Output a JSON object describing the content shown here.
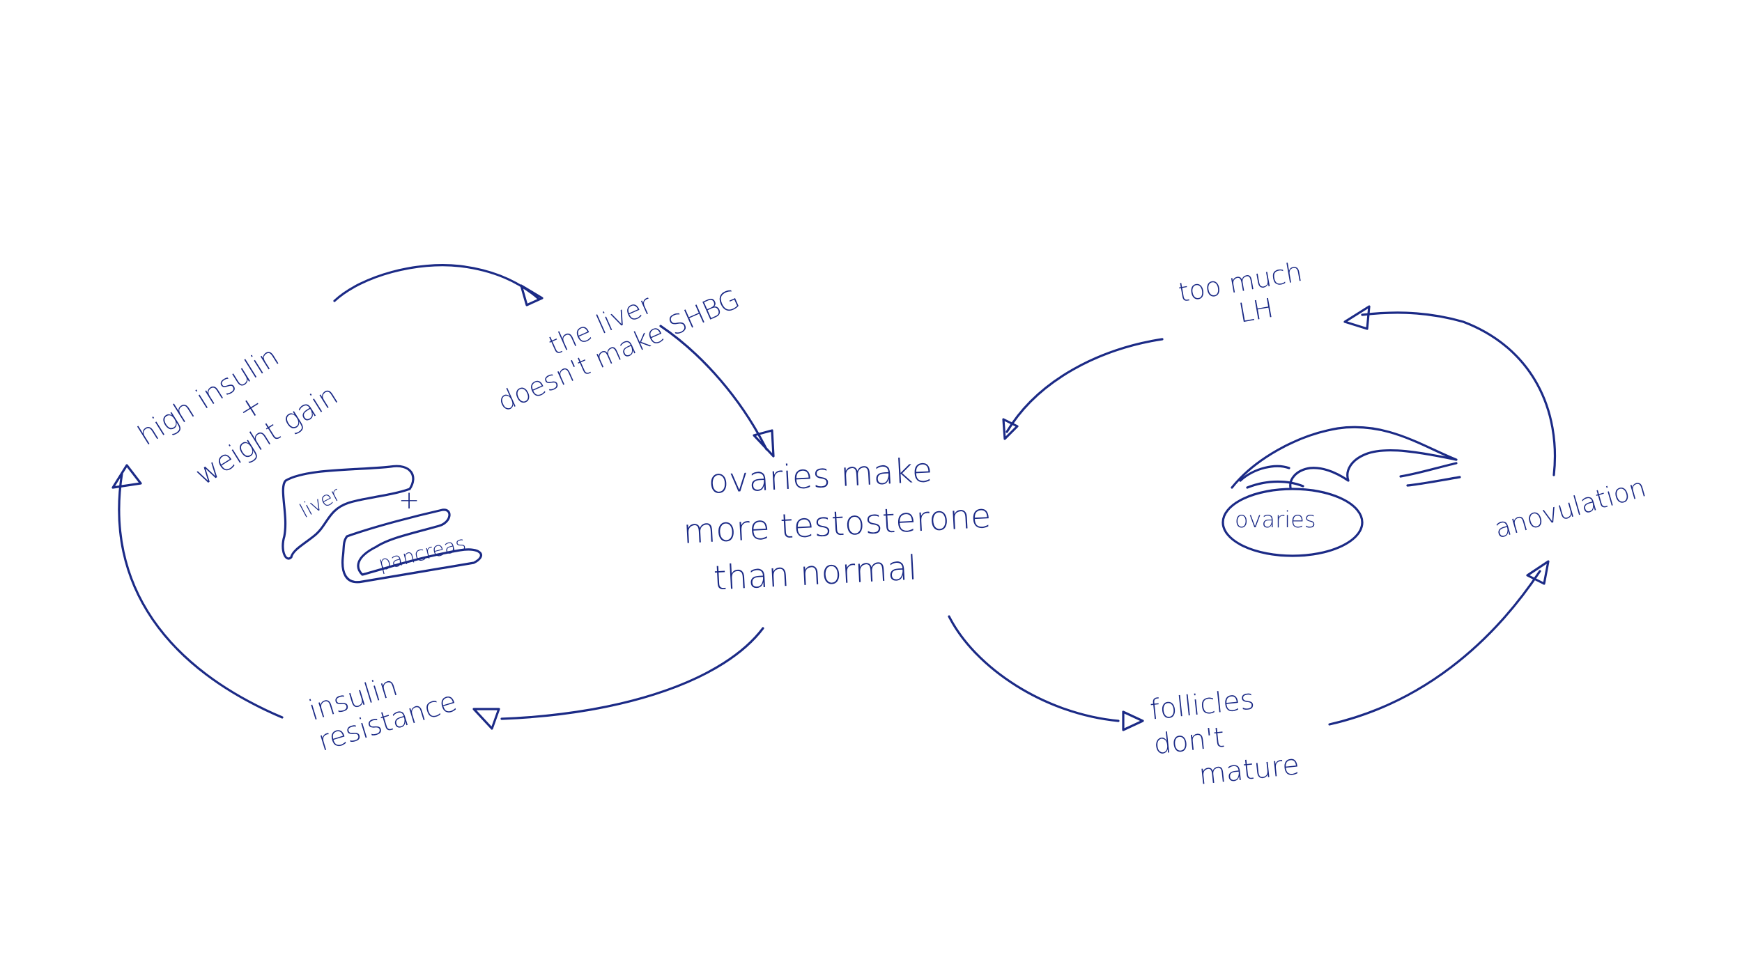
{
  "colors": {
    "ink": "#1b2a86",
    "paper": "#ffffff"
  },
  "nodes": {
    "high_insulin": {
      "line1": "high insulin",
      "line2": "+",
      "line3": "weight gain"
    },
    "liver_shbg": {
      "line1": "the liver",
      "line2": "doesn't make SHBG"
    },
    "ovaries_testosterone": {
      "line1": "ovaries make",
      "line2": "more testosterone",
      "line3": "than normal"
    },
    "insulin_resistance": {
      "line1": "insulin",
      "line2": "resistance"
    },
    "too_much_lh": {
      "line1": "too much",
      "line2": "LH"
    },
    "anovulation": {
      "label": "anovulation"
    },
    "follicles": {
      "line1": "follicles",
      "line2": "don't",
      "line3": "mature"
    }
  },
  "sketches": {
    "liver": {
      "label": "liver",
      "plus": "+"
    },
    "pancreas": {
      "label": "pancreas"
    },
    "ovaries": {
      "label": "ovaries"
    }
  }
}
